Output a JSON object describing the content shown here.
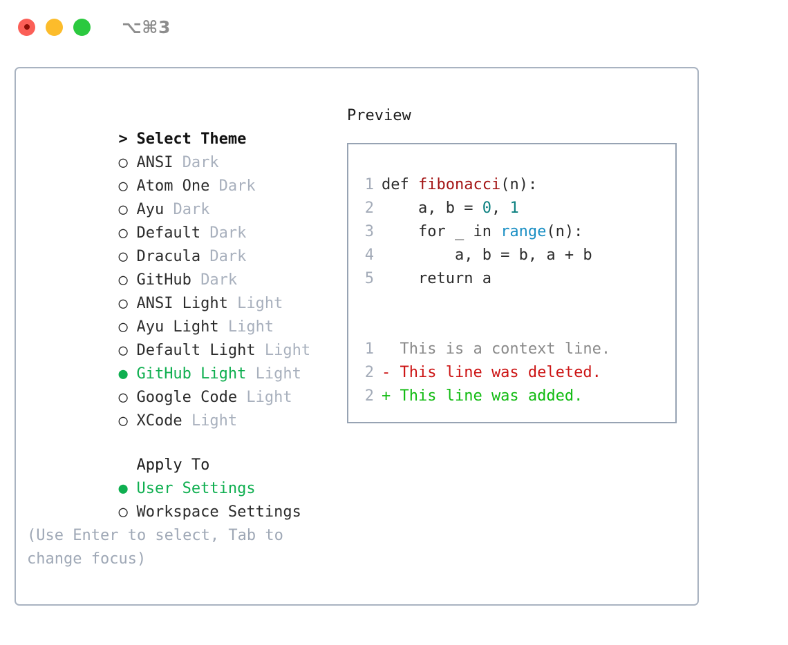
{
  "titlebar": {
    "shortcut": "⌥⌘3",
    "lights": [
      "close",
      "minimize",
      "maximize"
    ]
  },
  "theme_panel": {
    "header": {
      "marker": ">",
      "label": "Select Theme"
    },
    "items": [
      {
        "marker": "○",
        "label": "ANSI",
        "suffix": "Dark",
        "selected": false
      },
      {
        "marker": "○",
        "label": "Atom One",
        "suffix": "Dark",
        "selected": false
      },
      {
        "marker": "○",
        "label": "Ayu",
        "suffix": "Dark",
        "selected": false
      },
      {
        "marker": "○",
        "label": "Default",
        "suffix": "Dark",
        "selected": false
      },
      {
        "marker": "○",
        "label": "Dracula",
        "suffix": "Dark",
        "selected": false
      },
      {
        "marker": "○",
        "label": "GitHub",
        "suffix": "Dark",
        "selected": false
      },
      {
        "marker": "○",
        "label": "ANSI Light",
        "suffix": "Light",
        "selected": false
      },
      {
        "marker": "○",
        "label": "Ayu Light",
        "suffix": "Light",
        "selected": false
      },
      {
        "marker": "○",
        "label": "Default Light",
        "suffix": "Light",
        "selected": false
      },
      {
        "marker": "●",
        "label": "GitHub Light",
        "suffix": "Light",
        "selected": true
      },
      {
        "marker": "○",
        "label": "Google Code",
        "suffix": "Light",
        "selected": false
      },
      {
        "marker": "○",
        "label": "XCode",
        "suffix": "Light",
        "selected": false
      }
    ],
    "apply_to": {
      "header": "Apply To",
      "options": [
        {
          "marker": "●",
          "label": "User Settings",
          "selected": true
        },
        {
          "marker": "○",
          "label": "Workspace Settings",
          "selected": false
        }
      ]
    },
    "hint": "(Use Enter to select, Tab to change focus)"
  },
  "preview": {
    "title": "Preview",
    "code_lines": [
      {
        "no": "1",
        "tokens": [
          {
            "t": "def ",
            "c": "plain"
          },
          {
            "t": "fibonacci",
            "c": "fn"
          },
          {
            "t": "(n):",
            "c": "plain"
          }
        ]
      },
      {
        "no": "2",
        "tokens": [
          {
            "t": "    a, b = ",
            "c": "plain"
          },
          {
            "t": "0",
            "c": "num"
          },
          {
            "t": ", ",
            "c": "plain"
          },
          {
            "t": "1",
            "c": "num"
          }
        ]
      },
      {
        "no": "3",
        "tokens": [
          {
            "t": "    for _ in ",
            "c": "plain"
          },
          {
            "t": "range",
            "c": "call"
          },
          {
            "t": "(n):",
            "c": "plain"
          }
        ]
      },
      {
        "no": "4",
        "tokens": [
          {
            "t": "        a, b = b, a + b",
            "c": "plain"
          }
        ]
      },
      {
        "no": "5",
        "tokens": [
          {
            "t": "    return a",
            "c": "plain"
          }
        ]
      }
    ],
    "diff_lines": [
      {
        "no": "1",
        "kind": "ctx",
        "text": "  This is a context line."
      },
      {
        "no": "2",
        "kind": "del",
        "text": "- This line was deleted."
      },
      {
        "no": "2",
        "kind": "add",
        "text": "+ This line was added."
      }
    ]
  },
  "colors": {
    "accent_green": "#0faf50",
    "diff_add": "#11bb11",
    "diff_del": "#cc1414",
    "muted": "#a8b0bd",
    "hint": "#9fa8b6",
    "border": "#a9b3c1",
    "preview_border": "#97a3b3",
    "code_fn": "#a31515",
    "code_num": "#0b8080",
    "code_call": "#1a8fc4"
  }
}
